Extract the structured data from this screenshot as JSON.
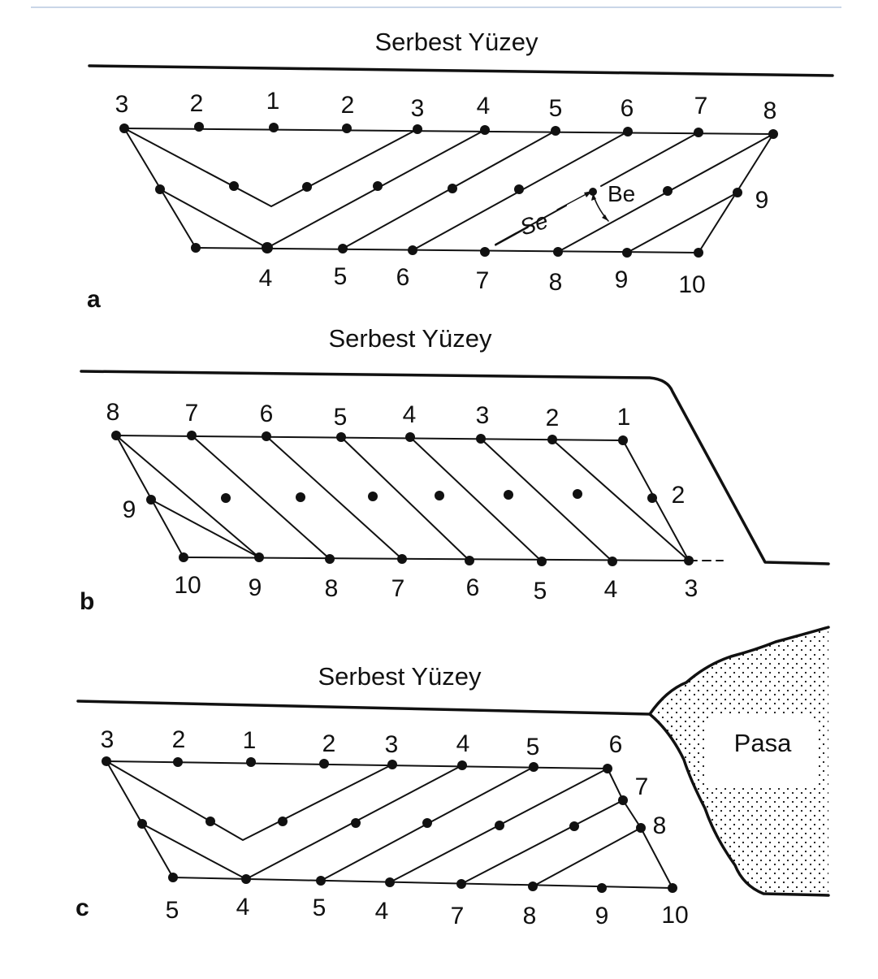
{
  "top_rule_color": "#c9d6e8",
  "ink_color": "#111111",
  "panels": [
    {
      "id": "a",
      "letter": "a",
      "title": "Serbest Yüzey",
      "top_labels": [
        "3",
        "2",
        "1",
        "2",
        "3",
        "4",
        "5",
        "6",
        "7",
        "8"
      ],
      "side_labels": [
        "9"
      ],
      "bottom_labels": [
        "4",
        "5",
        "6",
        "7",
        "8",
        "9",
        "10"
      ],
      "annotations": [
        "Se",
        "Be"
      ]
    },
    {
      "id": "b",
      "letter": "b",
      "title": "Serbest Yüzey",
      "top_labels": [
        "8",
        "7",
        "6",
        "5",
        "4",
        "3",
        "2",
        "1"
      ],
      "side_labels": [
        "9",
        "2"
      ],
      "bottom_labels": [
        "10",
        "9",
        "8",
        "7",
        "6",
        "5",
        "4",
        "3"
      ]
    },
    {
      "id": "c",
      "letter": "c",
      "title": "Serbest Yüzey",
      "top_labels": [
        "3",
        "2",
        "1",
        "2",
        "3",
        "4",
        "5",
        "6"
      ],
      "side_labels": [
        "7",
        "8"
      ],
      "bottom_labels": [
        "5",
        "4",
        "5",
        "4",
        "7",
        "8",
        "9",
        "10"
      ],
      "rock_label": "Pasa"
    }
  ]
}
